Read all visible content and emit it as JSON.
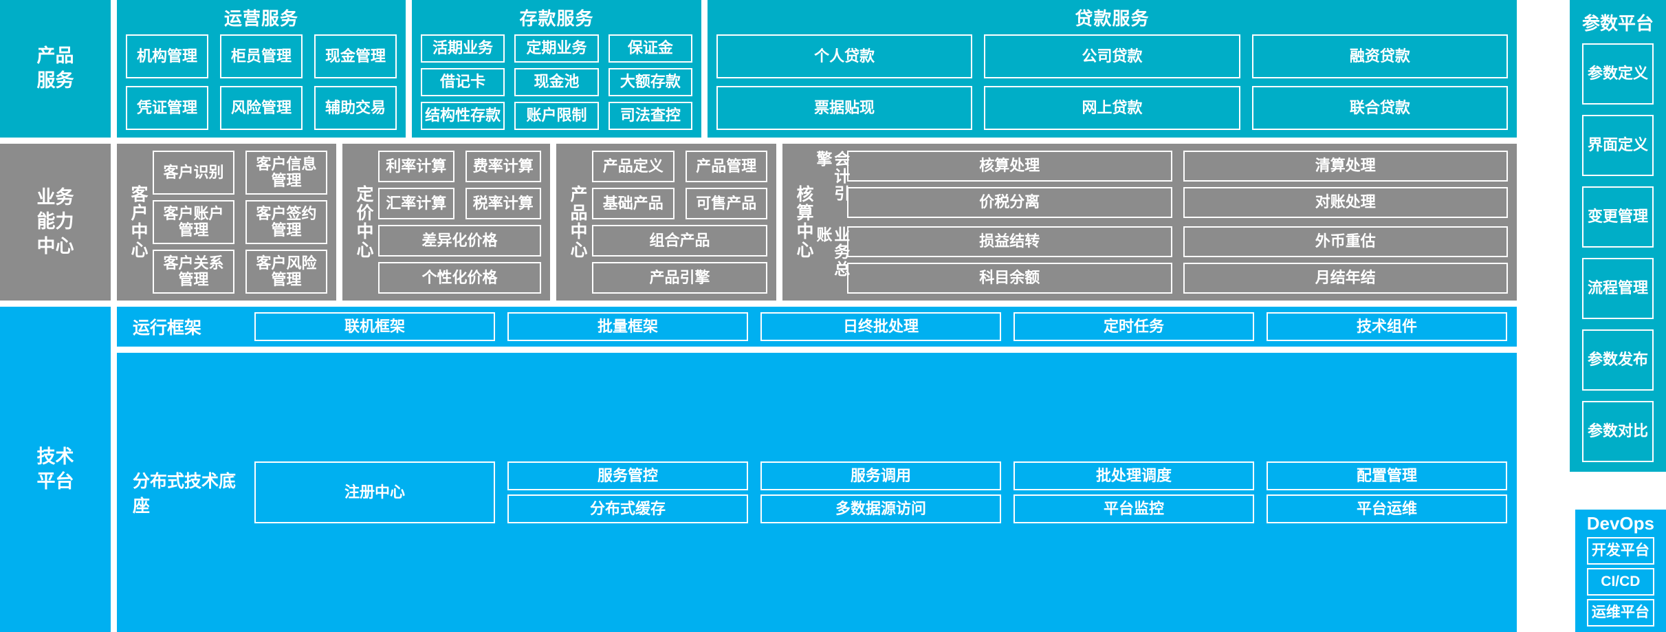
{
  "layers": {
    "product_services": {
      "label": "产品\n服务",
      "color": "#00AEC7"
    },
    "business_capability": {
      "label": "业务\n能力\n中心",
      "color": "#8C8C8C"
    },
    "technical_platform": {
      "label": "技术\n平台",
      "color": "#00B0F0"
    }
  },
  "product_services": {
    "panels": [
      {
        "title": "运营服务",
        "items": [
          "机构管理",
          "柜员管理",
          "现金管理",
          "凭证管理",
          "风险管理",
          "辅助交易"
        ]
      },
      {
        "title": "存款服务",
        "items": [
          "活期业务",
          "定期业务",
          "保证金",
          "借记卡",
          "现金池",
          "大额存款",
          "结构性存款",
          "账户限制",
          "司法查控"
        ]
      },
      {
        "title": "贷款服务",
        "items": [
          "个人贷款",
          "公司贷款",
          "融资贷款",
          "票据贴现",
          "网上贷款",
          "联合贷款"
        ]
      }
    ]
  },
  "parameter_platform": {
    "title": "参数平台",
    "items": [
      "参数定义",
      "界面定义",
      "变更管理",
      "流程管理",
      "参数发布",
      "参数对比"
    ]
  },
  "devops": {
    "title": "DevOps",
    "items": [
      "开发平台",
      "CI/CD",
      "运维平台"
    ]
  },
  "business_capability": {
    "centers": [
      {
        "label": "客户中心",
        "rows": [
          [
            "客户识别",
            "客户信息管理"
          ],
          [
            "客户账户管理",
            "客户签约管理"
          ],
          [
            "客户关系管理",
            "客户风险管理"
          ]
        ]
      },
      {
        "label": "定价中心",
        "rows": [
          [
            "利率计算",
            "费率计算"
          ],
          [
            "汇率计算",
            "税率计算"
          ],
          [
            "差异化价格"
          ],
          [
            "个性化价格"
          ]
        ]
      },
      {
        "label": "产品中心",
        "rows": [
          [
            "产品定义",
            "产品管理"
          ],
          [
            "基础产品",
            "可售产品"
          ],
          [
            "组合产品"
          ],
          [
            "产品引擎"
          ]
        ]
      },
      {
        "label": "核算中心",
        "groups": [
          {
            "label": "会计引擎",
            "rows": [
              [
                "核算处理",
                "清算处理"
              ],
              [
                "价税分离",
                "对账处理"
              ]
            ]
          },
          {
            "label": "业务总账",
            "rows": [
              [
                "损益结转",
                "外币重估"
              ],
              [
                "科目余额",
                "月结年结"
              ]
            ]
          }
        ]
      }
    ]
  },
  "technical_platform": {
    "bands": [
      {
        "label": "运行框架",
        "columns": [
          [
            "联机框架"
          ],
          [
            "批量框架"
          ],
          [
            "日终批处理"
          ],
          [
            "定时任务"
          ],
          [
            "技术组件"
          ]
        ]
      },
      {
        "label": "分布式技术底座",
        "columns": [
          [
            "注册中心"
          ],
          [
            "服务管控",
            "分布式缓存"
          ],
          [
            "服务调用",
            "多数据源访问"
          ],
          [
            "批处理调度",
            "平台监控"
          ],
          [
            "配置管理",
            "平台运维"
          ]
        ]
      }
    ]
  }
}
